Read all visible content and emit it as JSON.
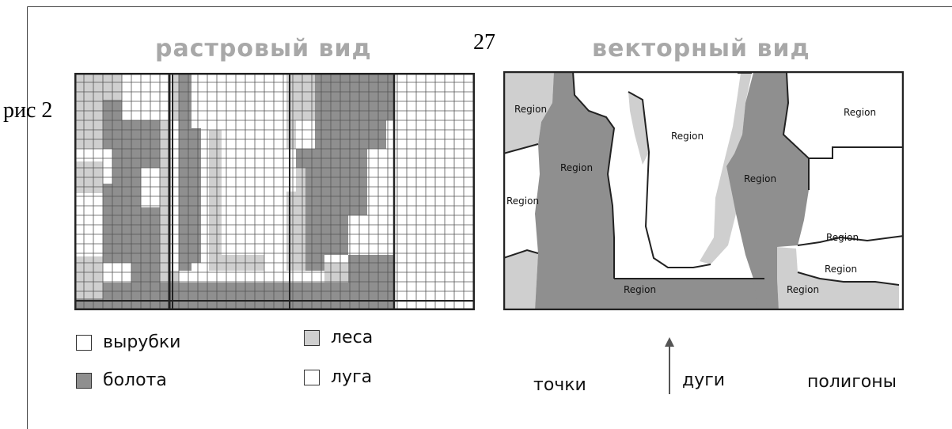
{
  "page": {
    "figure_caption": "рис 2",
    "page_number": "27"
  },
  "raster_panel": {
    "title": "растровый вид"
  },
  "vector_panel": {
    "title": "векторный вид",
    "region_labels": [
      "Region",
      "Region",
      "Region",
      "Region",
      "Region",
      "Region",
      "Region",
      "Region",
      "Region",
      "Region"
    ]
  },
  "legend": [
    {
      "label": "вырубки",
      "color": "#ffffff"
    },
    {
      "label": "леса",
      "color": "#cfcfcf"
    },
    {
      "label": "болота",
      "color": "#8f8f8f"
    },
    {
      "label": "луга",
      "color": "#ffffff"
    }
  ],
  "feature_types": {
    "points": "точки",
    "arcs": "дуги",
    "polygons": "полигоны"
  },
  "colors": {
    "swamp": "#8f8f8f",
    "forest": "#cfcfcf",
    "cutting": "#ffffff",
    "grid_line": "#555555",
    "title_gray": "#a8a8a8"
  }
}
